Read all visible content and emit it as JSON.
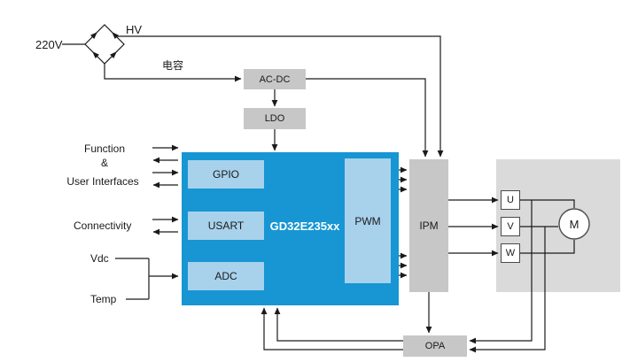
{
  "diagram": {
    "title_implicit": "GD32E235xx motor control system block diagram",
    "power": {
      "ac_source": "220V",
      "hv": "HV",
      "capacitor": "电容",
      "acdc": "AC-DC",
      "ldo": "LDO"
    },
    "mcu": {
      "name": "GD32E235xx",
      "gpio": "GPIO",
      "usart": "USART",
      "adc": "ADC",
      "pwm": "PWM"
    },
    "left_labels": {
      "function_line1": "Function",
      "function_line2": "&",
      "function_line3": "User Interfaces",
      "connectivity": "Connectivity",
      "vdc": "Vdc",
      "temp": "Temp"
    },
    "output": {
      "ipm": "IPM",
      "opa": "OPA",
      "phase_u": "U",
      "phase_v": "V",
      "phase_w": "W",
      "motor": "M"
    }
  },
  "colors": {
    "mcu_blue": "#1796d3",
    "sub_block_blue": "#a8d2ec",
    "gray_block": "#c7c7c7",
    "motor_area_gray": "#dadada",
    "wire": "#1a1a1a"
  }
}
